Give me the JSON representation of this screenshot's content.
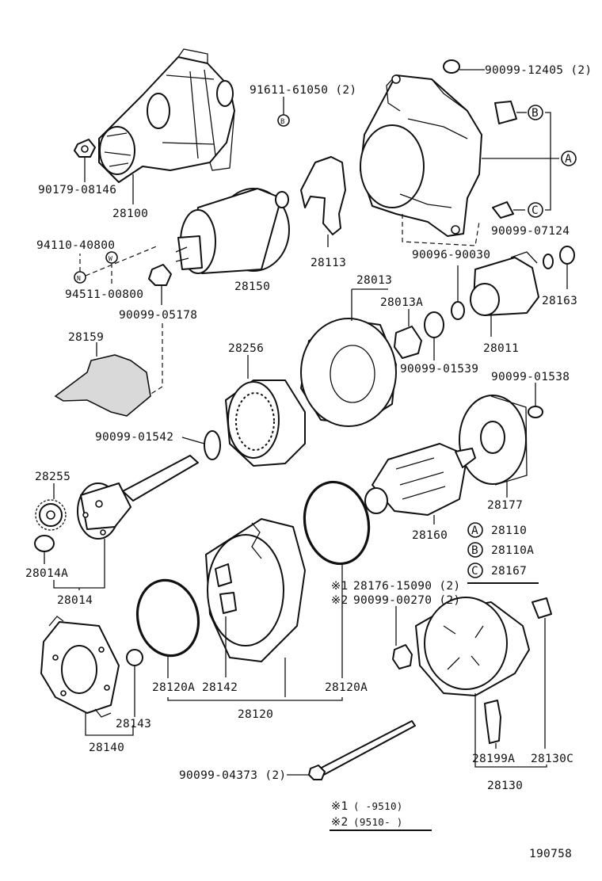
{
  "parts": {
    "p91611": "91611-61050 (2)",
    "p90099_12405": "90099-12405 (2)",
    "p90179": "90179-08146",
    "p28100": "28100",
    "p28113": "28113",
    "p94110": "94110-40800",
    "p94511": "94511-00800",
    "p28150": "28150",
    "p90099_05178": "90099-05178",
    "p90099_07124": "90099-07124",
    "p90096": "90096-90030",
    "p28163": "28163",
    "p28013": "28013",
    "p28013A": "28013A",
    "p28011": "28011",
    "p90099_01539": "90099-01539",
    "p28159": "28159",
    "p28256": "28256",
    "p90099_01538": "90099-01538",
    "p90099_01542": "90099-01542",
    "p28255": "28255",
    "p28177": "28177",
    "p28160": "28160",
    "p28014A": "28014A",
    "p28014": "28014",
    "p28176": "28176-15090 (2)",
    "p90099_00270": "90099-00270 (2)",
    "p28120A_left": "28120A",
    "p28142": "28142",
    "p28120A_right": "28120A",
    "p28120": "28120",
    "p28143": "28143",
    "p28140": "28140",
    "p28199A": "28199A",
    "p28130C": "28130C",
    "p28130": "28130",
    "p90099_04373": "90099-04373 (2)"
  },
  "legend": {
    "A_letter": "A",
    "A_part": "28110",
    "B_letter": "B",
    "B_part": "28110A",
    "C_letter": "C",
    "C_part": "28167"
  },
  "markers": {
    "note1": "※1",
    "note2": "※2",
    "small_b": "B",
    "small_n": "N",
    "small_w": "W"
  },
  "date_notes": {
    "n1_mark": "※1",
    "n1_range": "(     -9510)",
    "n2_mark": "※2",
    "n2_range": "(9510-     )"
  },
  "diagram_number": "190758"
}
